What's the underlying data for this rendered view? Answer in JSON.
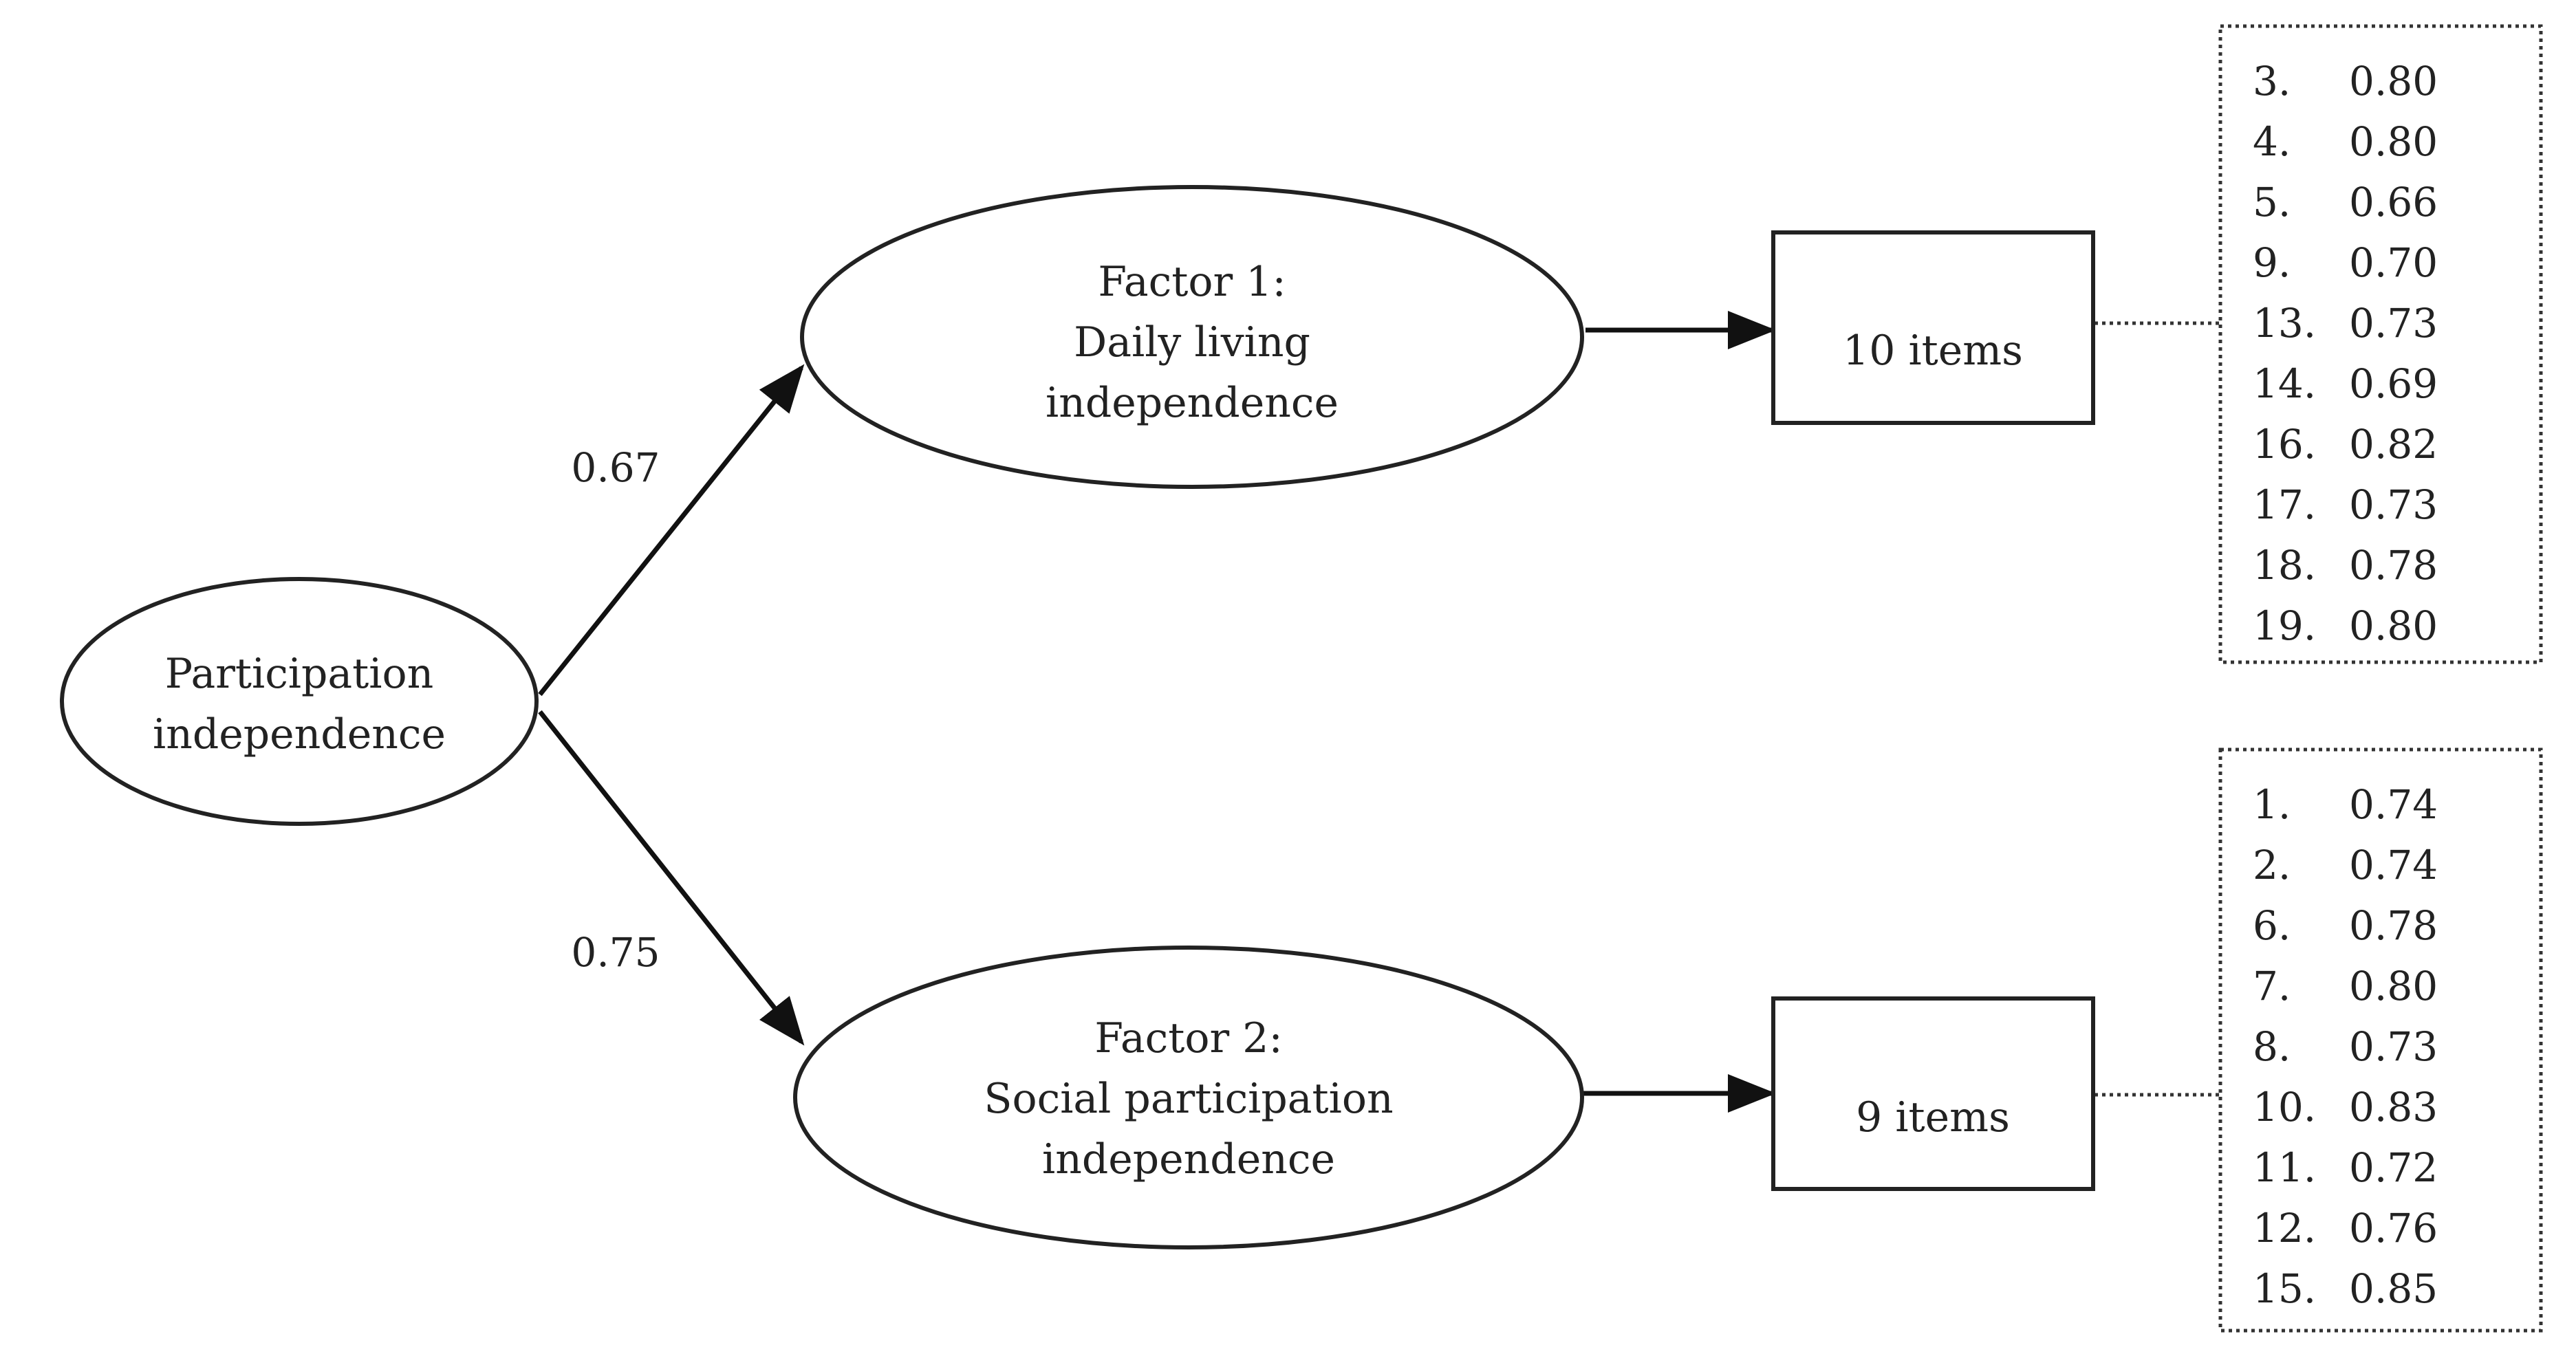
{
  "nodes": {
    "root": {
      "lines": [
        "Participation",
        "independence"
      ]
    },
    "factor1": {
      "lines": [
        "Factor 1:",
        "Daily living",
        "independence"
      ]
    },
    "factor2": {
      "lines": [
        "Factor 2:",
        "Social participation",
        "independence"
      ]
    }
  },
  "paths": {
    "root_to_factor1": "0.67",
    "root_to_factor2": "0.75"
  },
  "item_boxes": {
    "factor1": "10 items",
    "factor2": "9 items"
  },
  "loadings": {
    "factor1": [
      {
        "item": "3.",
        "value": "0.80"
      },
      {
        "item": "4.",
        "value": "0.80"
      },
      {
        "item": "5.",
        "value": "0.66"
      },
      {
        "item": "9.",
        "value": "0.70"
      },
      {
        "item": "13.",
        "value": "0.73"
      },
      {
        "item": "14.",
        "value": "0.69"
      },
      {
        "item": "16.",
        "value": "0.82"
      },
      {
        "item": "17.",
        "value": "0.73"
      },
      {
        "item": "18.",
        "value": "0.78"
      },
      {
        "item": "19.",
        "value": "0.80"
      }
    ],
    "factor2": [
      {
        "item": "1.",
        "value": "0.74"
      },
      {
        "item": "2.",
        "value": "0.74"
      },
      {
        "item": "6.",
        "value": "0.78"
      },
      {
        "item": "7.",
        "value": "0.80"
      },
      {
        "item": "8.",
        "value": "0.73"
      },
      {
        "item": "10.",
        "value": "0.83"
      },
      {
        "item": "11.",
        "value": "0.72"
      },
      {
        "item": "12.",
        "value": "0.76"
      },
      {
        "item": "15.",
        "value": "0.85"
      }
    ]
  }
}
